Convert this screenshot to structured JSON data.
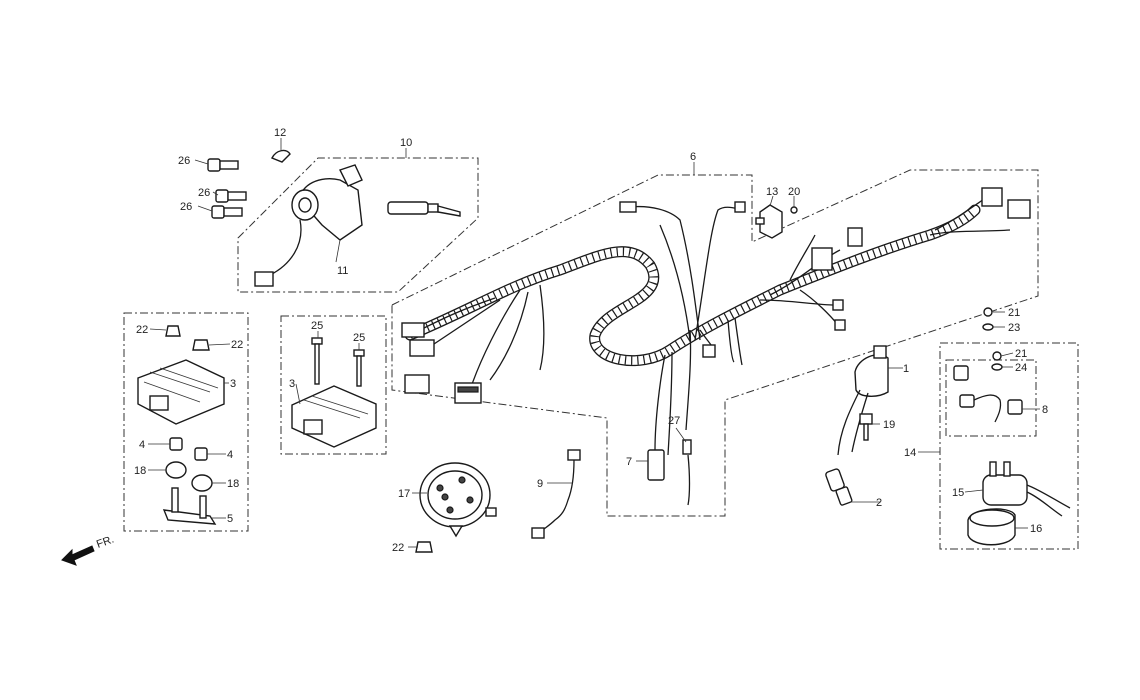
{
  "direction_label": "FR.",
  "labels": {
    "l1": "1",
    "l2": "2",
    "l3a": "3",
    "l3b": "3",
    "l4a": "4",
    "l4b": "4",
    "l5": "5",
    "l6": "6",
    "l7": "7",
    "l8": "8",
    "l9": "9",
    "l10": "10",
    "l11": "11",
    "l12": "12",
    "l13": "13",
    "l14": "14",
    "l15": "15",
    "l16": "16",
    "l17": "17",
    "l18a": "18",
    "l18b": "18",
    "l19": "19",
    "l20": "20",
    "l21a": "21",
    "l21b": "21",
    "l22a": "22",
    "l22b": "22",
    "l22c": "22",
    "l23": "23",
    "l24": "24",
    "l25a": "25",
    "l25b": "25",
    "l26a": "26",
    "l26b": "26",
    "l26c": "26",
    "l27": "27"
  }
}
